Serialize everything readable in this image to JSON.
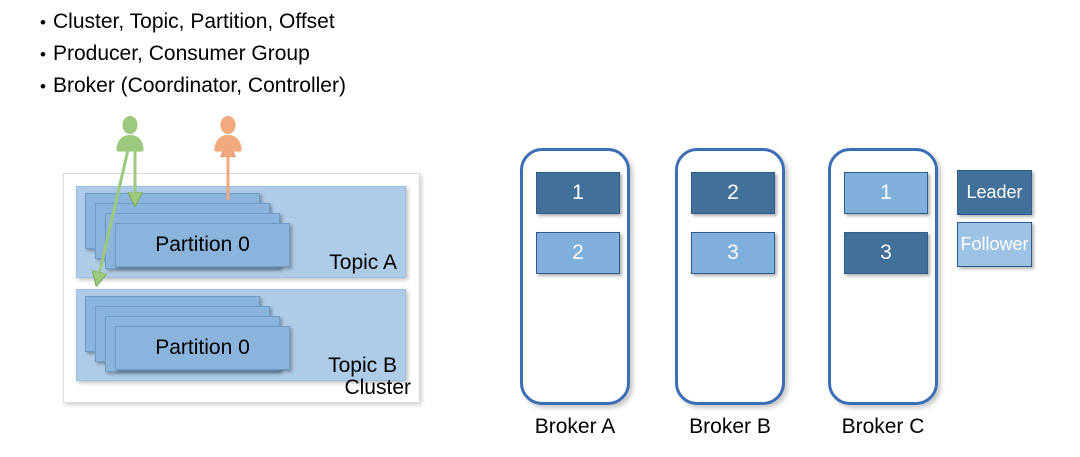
{
  "bullets": [
    {
      "marker": "•",
      "text": "Cluster, Topic, Partition, Offset"
    },
    {
      "marker": "•",
      "text": "Producer, Consumer Group"
    },
    {
      "marker": "•",
      "text": "Broker (Coordinator, Controller)"
    }
  ],
  "cluster": {
    "label": "Cluster",
    "topics": [
      {
        "name": "Topic A",
        "partition_label": "Partition 0",
        "stack_count": 4
      },
      {
        "name": "Topic B",
        "partition_label": "Partition 0",
        "stack_count": 4
      }
    ],
    "actors": [
      {
        "role": "producer",
        "color": "#9cc97e",
        "direction": "down"
      },
      {
        "role": "consumer",
        "color": "#f2a97e",
        "direction": "up"
      }
    ]
  },
  "brokers": [
    {
      "label": "Broker A",
      "replicas": [
        {
          "id": "1",
          "role": "leader"
        },
        {
          "id": "2",
          "role": "follower"
        }
      ]
    },
    {
      "label": "Broker B",
      "replicas": [
        {
          "id": "2",
          "role": "leader"
        },
        {
          "id": "3",
          "role": "follower"
        }
      ]
    },
    {
      "label": "Broker C",
      "replicas": [
        {
          "id": "1",
          "role": "follower"
        },
        {
          "id": "3",
          "role": "leader"
        }
      ]
    }
  ],
  "legend": [
    {
      "label": "Leader",
      "role": "leader"
    },
    {
      "label": "Follower",
      "role": "follower"
    }
  ],
  "colors": {
    "leader": "#417099",
    "follower": "#7fb0dc",
    "broker_border": "#3b6eb5",
    "topic_bg": "#aecbe8",
    "partition_bg": "#8ab4dc",
    "producer": "#9cc97e",
    "consumer": "#f2a97e"
  }
}
